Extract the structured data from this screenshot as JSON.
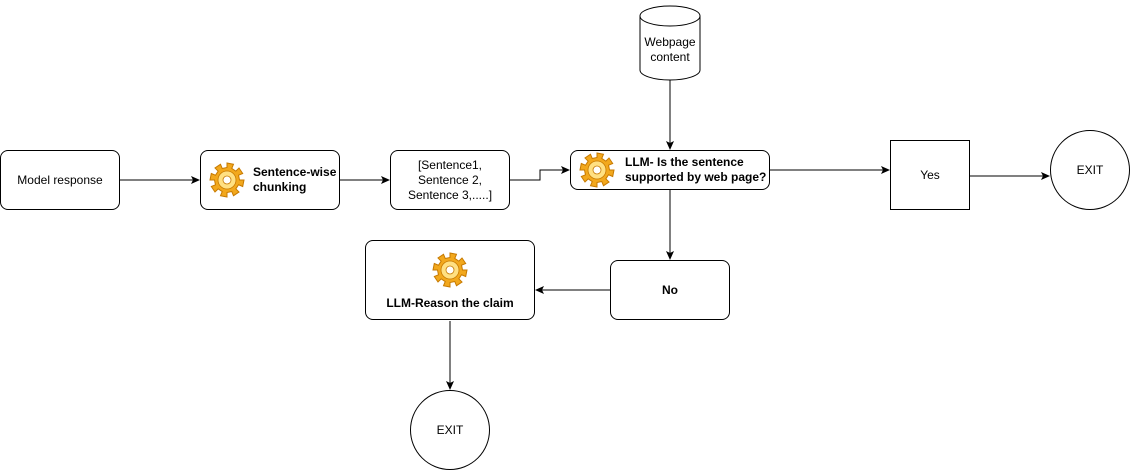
{
  "diagram": {
    "nodes": {
      "model_response": "Model response",
      "chunking": "Sentence-wise\nchunking",
      "sentences": "[Sentence1,\nSentence 2,\nSentence 3,.....]",
      "webpage": "Webpage\ncontent",
      "llm_check": "LLM- Is the sentence\nsupported by web page?",
      "yes": "Yes",
      "exit_right": "EXIT",
      "no": "No",
      "llm_reason": "LLM-Reason the claim",
      "exit_bottom": "EXIT"
    },
    "colors": {
      "stroke": "#000000",
      "gear_fill": "#F2A81D",
      "gear_highlight": "#FFE082",
      "gear_edge": "#C77A00"
    }
  }
}
